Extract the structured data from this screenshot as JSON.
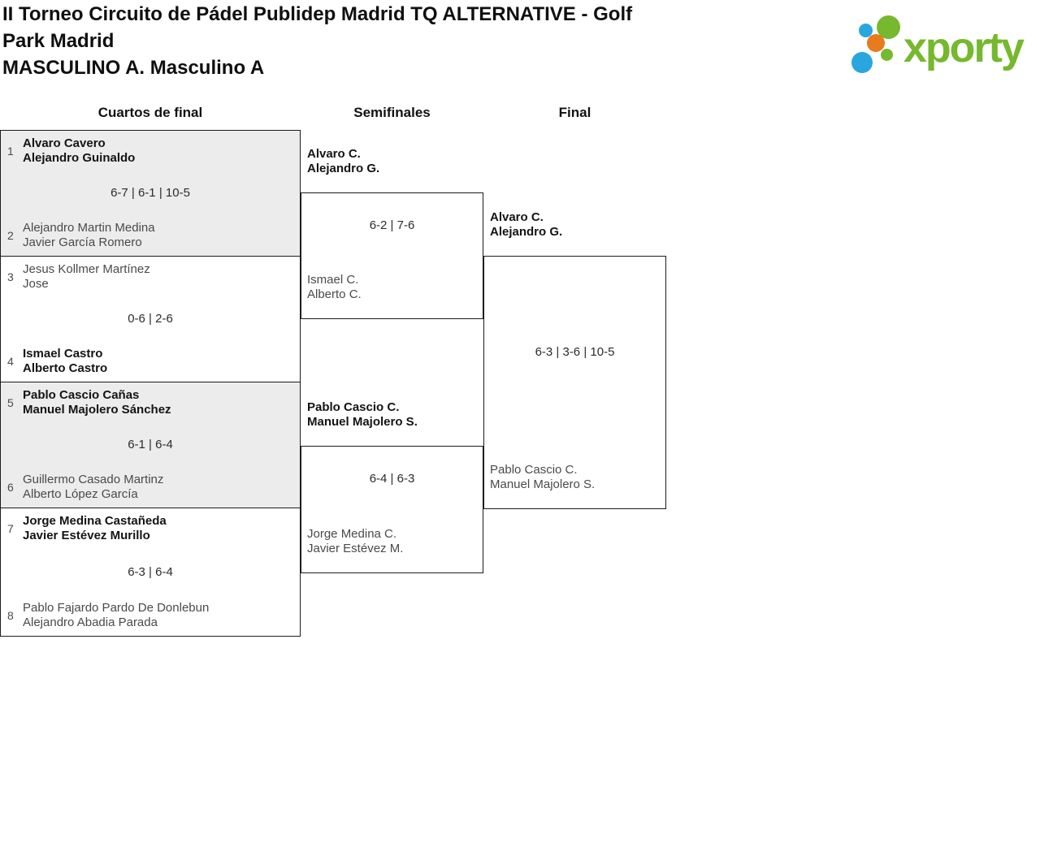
{
  "page": {
    "title": "II Torneo Circuito de Pádel Publidep Madrid TQ ALTERNATIVE - Golf Park Madrid",
    "subtitle": "MASCULINO A. Masculino A"
  },
  "logo": {
    "text": "xporty",
    "colors": {
      "green": "#76b82e",
      "blue": "#2aa6df",
      "orange": "#e87b1e"
    }
  },
  "bracket": {
    "rounds": [
      {
        "label": "Cuartos de final",
        "matches": [
          {
            "seed_top": "1",
            "team_top": {
              "player1": "Alvaro Cavero",
              "player2": "Alejandro Guinaldo",
              "winner": true
            },
            "score": "6-7 | 6-1 | 10-5",
            "seed_bottom": "2",
            "team_bottom": {
              "player1": "Alejandro Martin Medina",
              "player2": "Javier García Romero",
              "winner": false
            }
          },
          {
            "seed_top": "3",
            "team_top": {
              "player1": "Jesus Kollmer Martínez",
              "player2": "Jose",
              "winner": false
            },
            "score": "0-6 | 2-6",
            "seed_bottom": "4",
            "team_bottom": {
              "player1": "Ismael Castro",
              "player2": "Alberto Castro",
              "winner": true
            }
          },
          {
            "seed_top": "5",
            "team_top": {
              "player1": "Pablo Cascio Cañas",
              "player2": "Manuel Majolero Sánchez",
              "winner": true
            },
            "score": "6-1 | 6-4",
            "seed_bottom": "6",
            "team_bottom": {
              "player1": "Guillermo Casado Martinz",
              "player2": "Alberto López García",
              "winner": false
            }
          },
          {
            "seed_top": "7",
            "team_top": {
              "player1": "Jorge Medina Castañeda",
              "player2": "Javier Estévez Murillo",
              "winner": true
            },
            "score": "6-3 | 6-4",
            "seed_bottom": "8",
            "team_bottom": {
              "player1": "Pablo Fajardo Pardo De Donlebun",
              "player2": "Alejandro Abadia Parada",
              "winner": false
            }
          }
        ]
      },
      {
        "label": "Semifinales",
        "matches": [
          {
            "team_top": {
              "player1": "Alvaro C.",
              "player2": "Alejandro G.",
              "winner": true
            },
            "score": "6-2 | 7-6",
            "team_bottom": {
              "player1": "Ismael C.",
              "player2": "Alberto C.",
              "winner": false
            }
          },
          {
            "team_top": {
              "player1": "Pablo Cascio C.",
              "player2": "Manuel Majolero S.",
              "winner": true
            },
            "score": "6-4 | 6-3",
            "team_bottom": {
              "player1": "Jorge Medina C.",
              "player2": "Javier Estévez M.",
              "winner": false
            }
          }
        ]
      },
      {
        "label": "Final",
        "matches": [
          {
            "team_top": {
              "player1": "Alvaro C.",
              "player2": "Alejandro G.",
              "winner": true
            },
            "score": "6-3 | 3-6 | 10-5",
            "team_bottom": {
              "player1": "Pablo Cascio C.",
              "player2": "Manuel Majolero S.",
              "winner": false
            }
          }
        ]
      }
    ]
  }
}
